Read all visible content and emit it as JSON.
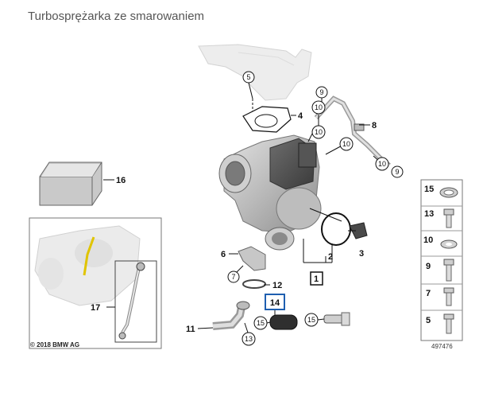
{
  "page": {
    "title": "Turbosprężarka ze smarowaniem"
  },
  "diagram": {
    "callouts": {
      "c5": "5",
      "c4": "4",
      "c9a": "9",
      "c10a": "10",
      "c10b": "10",
      "c8": "8",
      "c10c": "10",
      "c10d": "10",
      "c9b": "9",
      "c16": "16",
      "c6": "6",
      "c7": "7",
      "c2": "2",
      "c3": "3",
      "c1": "1",
      "c12": "12",
      "c14": "14",
      "c17": "17",
      "c11": "11",
      "c15a": "15",
      "c15b": "15",
      "c13": "13"
    },
    "parts_list": {
      "p15": "15",
      "p13": "13",
      "p10": "10",
      "p9": "9",
      "p7": "7",
      "p5": "5"
    },
    "copyright": "© 2018 BMW AG",
    "diagram_number": "497476"
  },
  "colors": {
    "highlight": "#1f5fb0",
    "line": "#111111",
    "part": "#c8c8c8"
  }
}
